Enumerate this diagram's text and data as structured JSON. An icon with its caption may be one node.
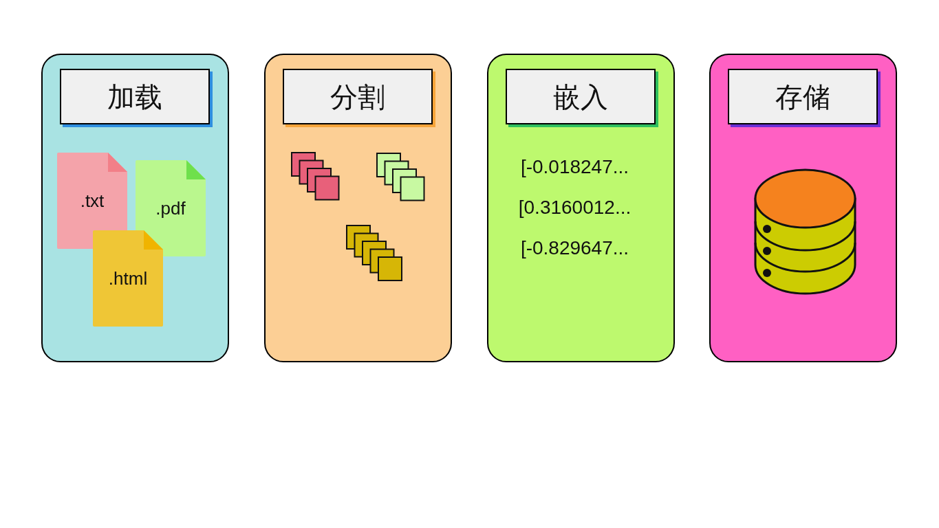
{
  "diagram": {
    "nodes": [
      {
        "text": [],
        "shape": "box"
      },
      {
        "text": [
          "加载"
        ],
        "in": 0
      },
      {
        "text": [
          ".txt"
        ],
        "in": 0
      },
      {
        "text": [
          ".pdf"
        ],
        "in": 0
      },
      {
        "text": [
          ".html"
        ],
        "in": 0
      },
      {
        "text": [],
        "shape": "box"
      },
      {
        "text": [
          "分割"
        ],
        "in": 5
      },
      {
        "text": [
          "[-0.018247...",
          "[0.3160012...",
          "[-0.829647..."
        ]
      },
      {
        "text": [
          "嵌入"
        ],
        "in": 7
      },
      {
        "text": [],
        "shape": "box"
      },
      {
        "text": [
          "存储"
        ],
        "in": 9
      }
    ]
  }
}
